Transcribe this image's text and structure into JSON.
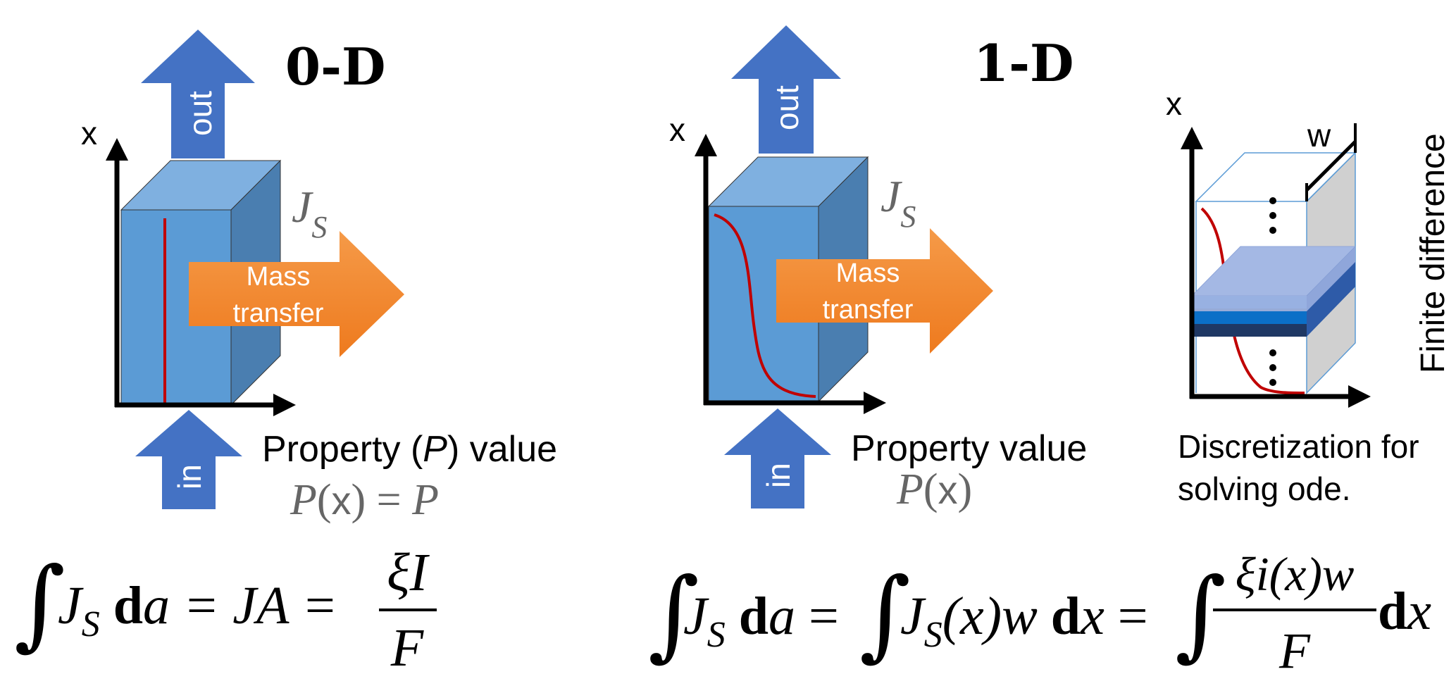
{
  "panel_0d": {
    "title": "0-D",
    "out_label": "out",
    "in_label": "in",
    "axis_x_label": "x",
    "flux_label_main": "J",
    "flux_label_sub": "S",
    "mass_transfer_line1": "Mass",
    "mass_transfer_line2": "transfer",
    "property_prefix": "Property (",
    "property_symbol": "P",
    "property_suffix": ") value",
    "formula_p": "P",
    "formula_open": "(",
    "formula_x": "x",
    "formula_close": ") = ",
    "formula_p2": "P",
    "equation_left": "J",
    "equation_left_sub": "S",
    "equation_da_bold": " d",
    "equation_da_italic": "a",
    "equation_mid": " = JA = ",
    "equation_num": "ξI",
    "equation_den": "F"
  },
  "panel_1d": {
    "title": "1-D",
    "out_label": "out",
    "in_label": "in",
    "axis_x_label": "x",
    "flux_label_main": "J",
    "flux_label_sub": "S",
    "mass_transfer_line1": "Mass",
    "mass_transfer_line2": "transfer",
    "property_text": "Property value",
    "formula_p": "P",
    "formula_open": "(",
    "formula_x": "x",
    "formula_close": ")",
    "equation_a_main": "J",
    "equation_a_sub": "S",
    "equation_a_bold": " d",
    "equation_a_italic": "a",
    "equation_eq1": " = ",
    "equation_b_main": "J",
    "equation_b_sub": "S",
    "equation_b_rest": "(x)w",
    "equation_b_bold": " d",
    "equation_b_italic": "x",
    "equation_eq2": " = ",
    "equation_num": "ξi(x)w",
    "equation_den": "F",
    "equation_c_bold": "d",
    "equation_c_italic": "x"
  },
  "discretization": {
    "axis_x_label": "x",
    "width_label": "w",
    "side_label": "Finite difference",
    "caption_line1": "Discretization for",
    "caption_line2": "solving ode."
  },
  "colors": {
    "arrow_blue": "#4472C4",
    "box_front": "#5B9BD5",
    "box_top": "#7FB0E0",
    "box_side": "#4A7EB0",
    "orange_arrow": "#F07E26",
    "curve_red": "#C00000",
    "gray_text": "#666666",
    "slab_light": "#A4B8E4",
    "slab_mid": "#2E75C6",
    "slab_dark": "#1F3864",
    "gray_face": "#D0D0D0"
  }
}
